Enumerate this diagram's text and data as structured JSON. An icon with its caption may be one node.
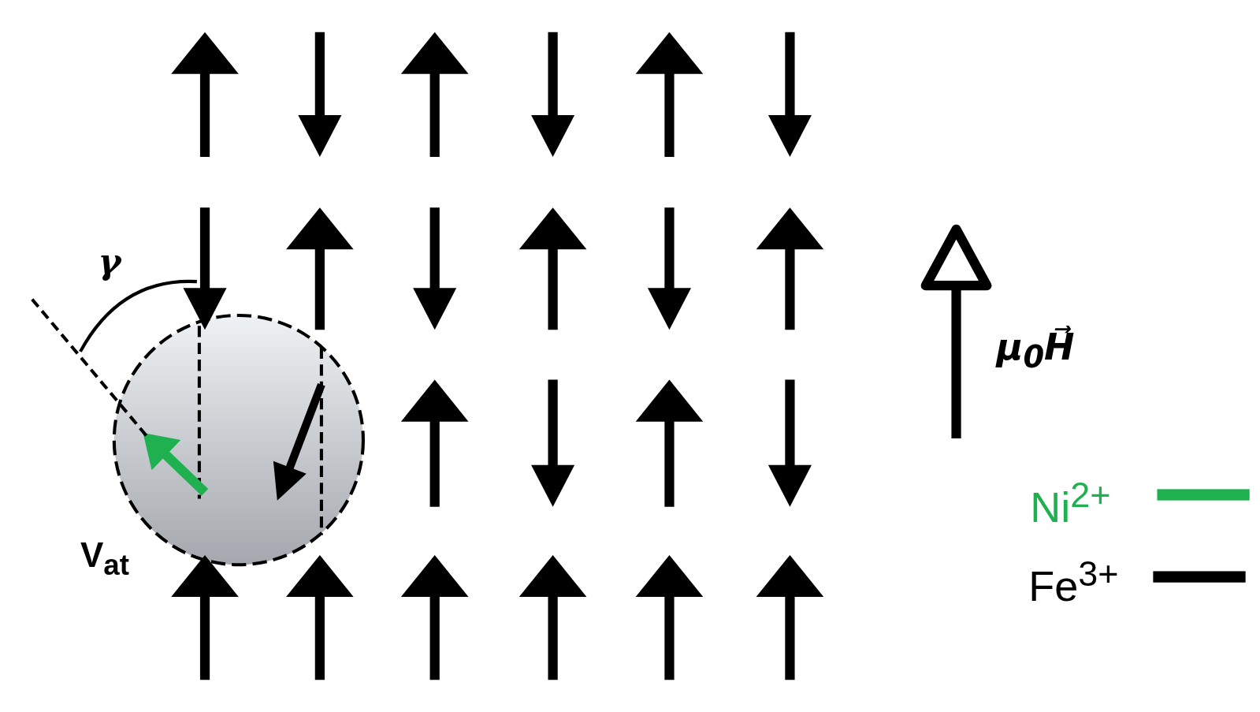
{
  "diagram": {
    "labels": [
      "γ",
      "V$_{at}$",
      "μ$_{0}$H⃗"
    ],
    "legend": [
      {
        "text": "Ni$^{2+}$",
        "color": "#1fb050"
      },
      {
        "text": "Fe$^{3+}$",
        "color": "#000000"
      }
    ]
  }
}
